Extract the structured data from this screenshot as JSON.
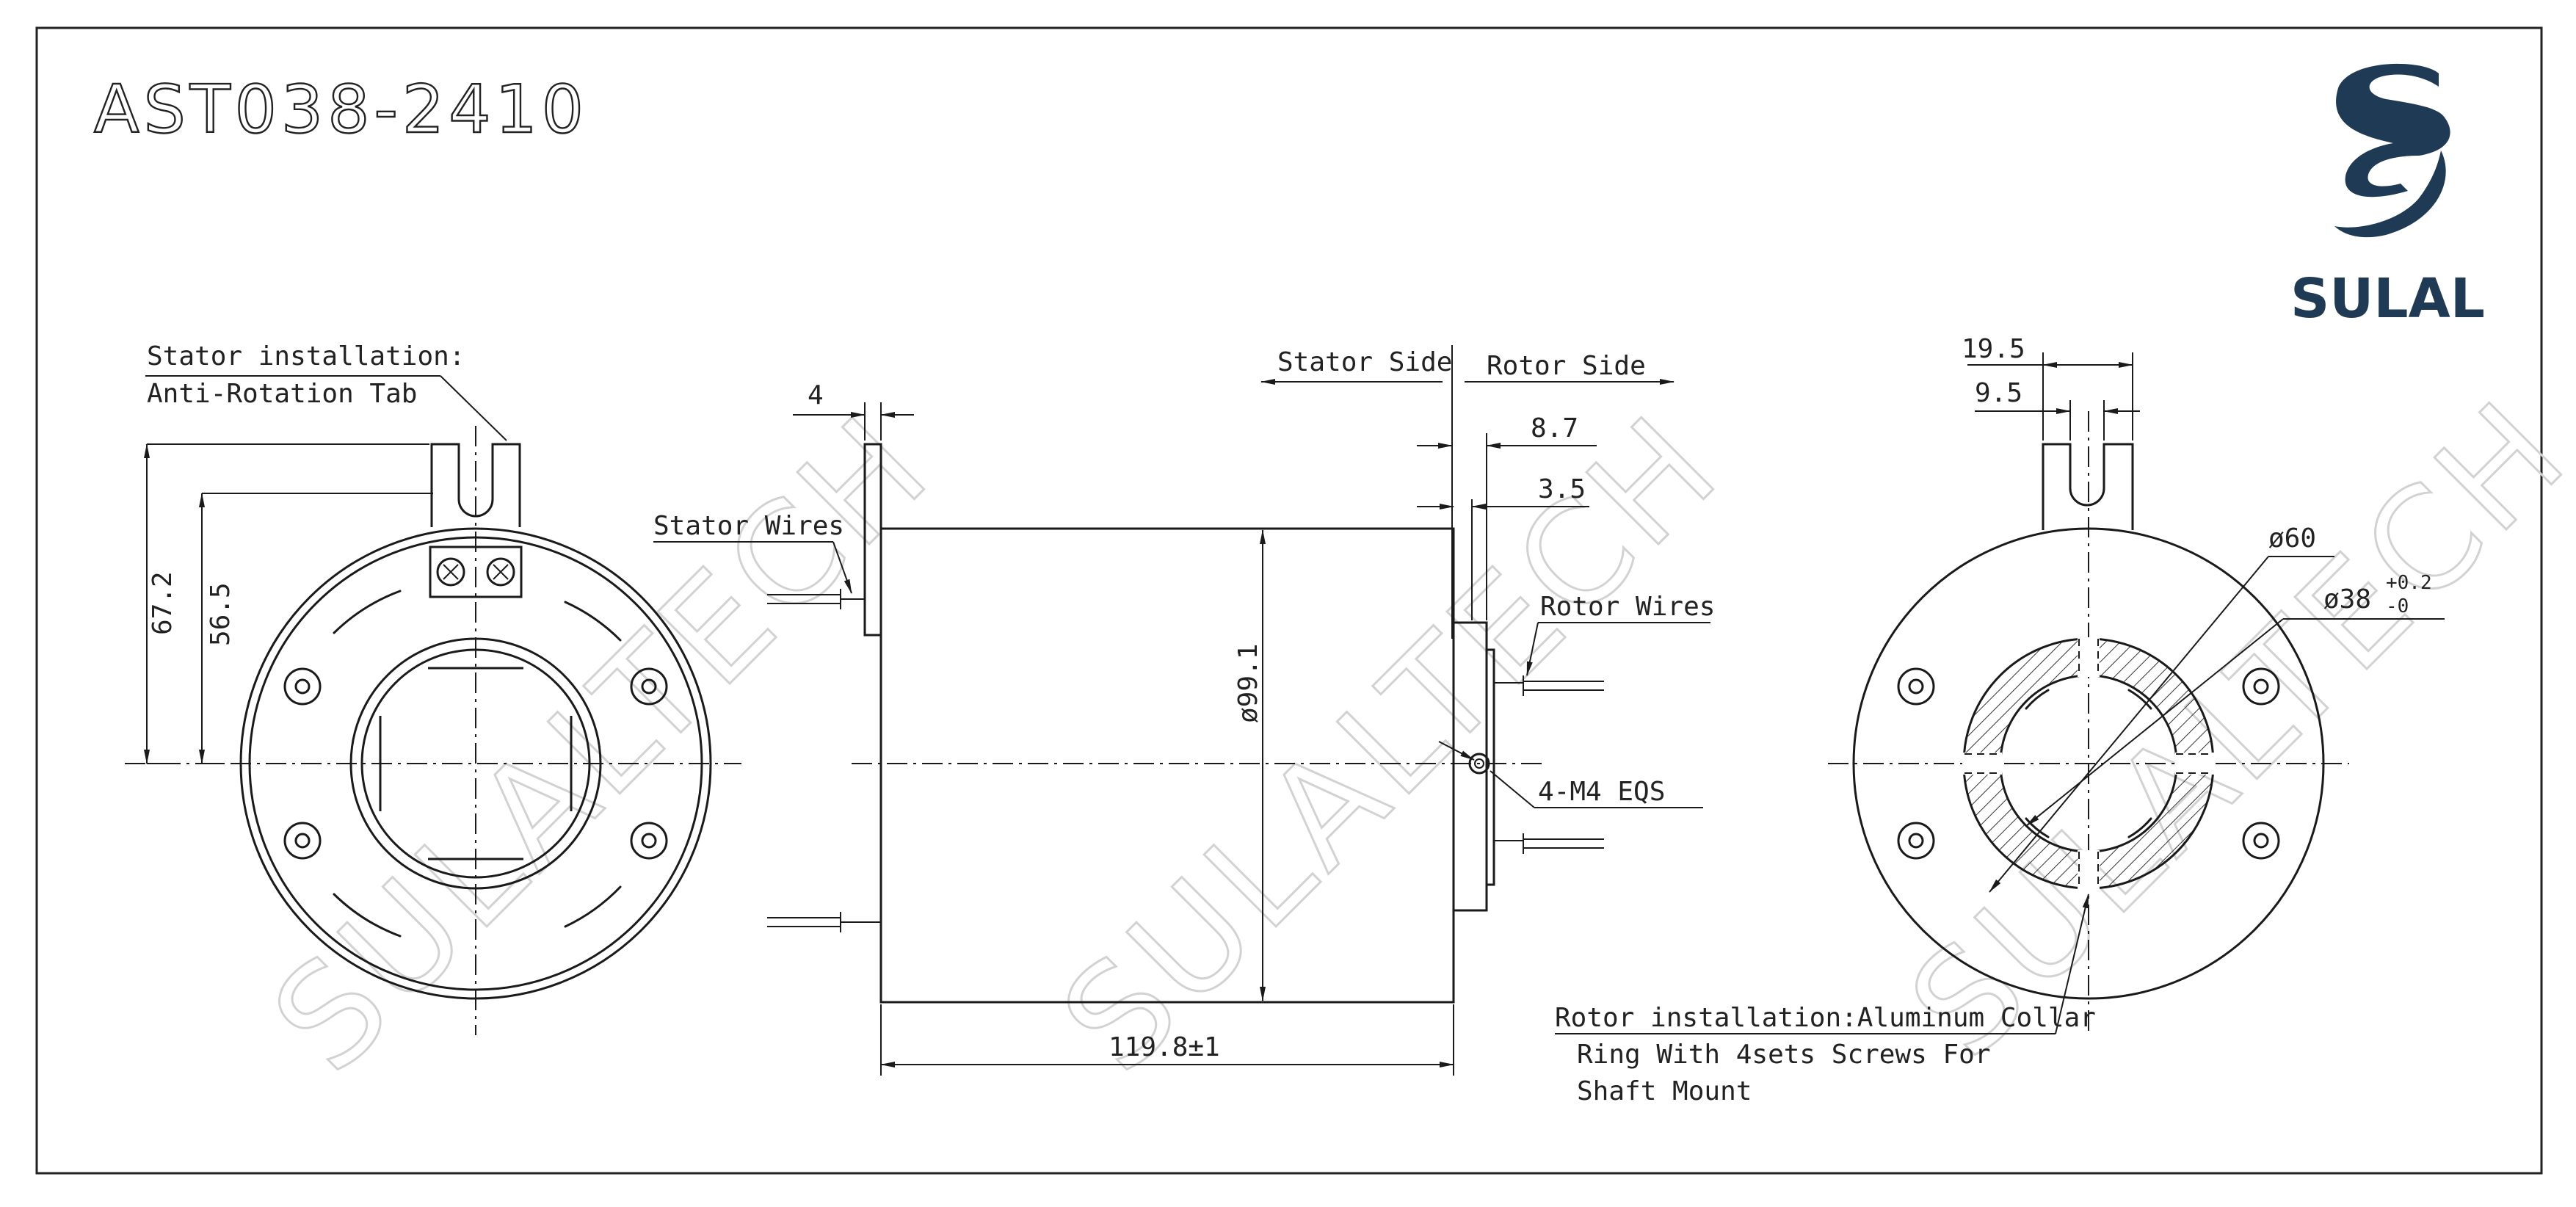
{
  "title": "AST038-2410",
  "brand": {
    "name": "SULAL",
    "color": "#1f3a55",
    "icon": "s-swoosh-logo-icon"
  },
  "watermark": "SULALTECH",
  "labels": {
    "stator_tab_line1": "Stator installation:",
    "stator_tab_line2": "Anti-Rotation Tab",
    "stator_wires": "Stator Wires",
    "stator_side": "Stator Side",
    "rotor_side": "Rotor Side",
    "rotor_wires": "Rotor Wires",
    "mount_screws": "4-M4 EQS",
    "rotor_install_line1": "Rotor installation:Aluminum Collar",
    "rotor_install_line2": "Ring With 4sets Screws For",
    "rotor_install_line3": "Shaft Mount"
  },
  "dimensions": {
    "tab_height_outer": "67.2",
    "tab_height_inner": "56.5",
    "flange_thickness": "4",
    "body_diameter": "ø99.1",
    "body_length": "119.8±1",
    "rotor_offset_a": "8.7",
    "rotor_offset_b": "3.5",
    "tab_width": "19.5",
    "slot_width": "9.5",
    "collar_diameter": "ø60",
    "bore_diameter": "ø38",
    "bore_tol_upper": "+0.2",
    "bore_tol_lower": "-0"
  }
}
